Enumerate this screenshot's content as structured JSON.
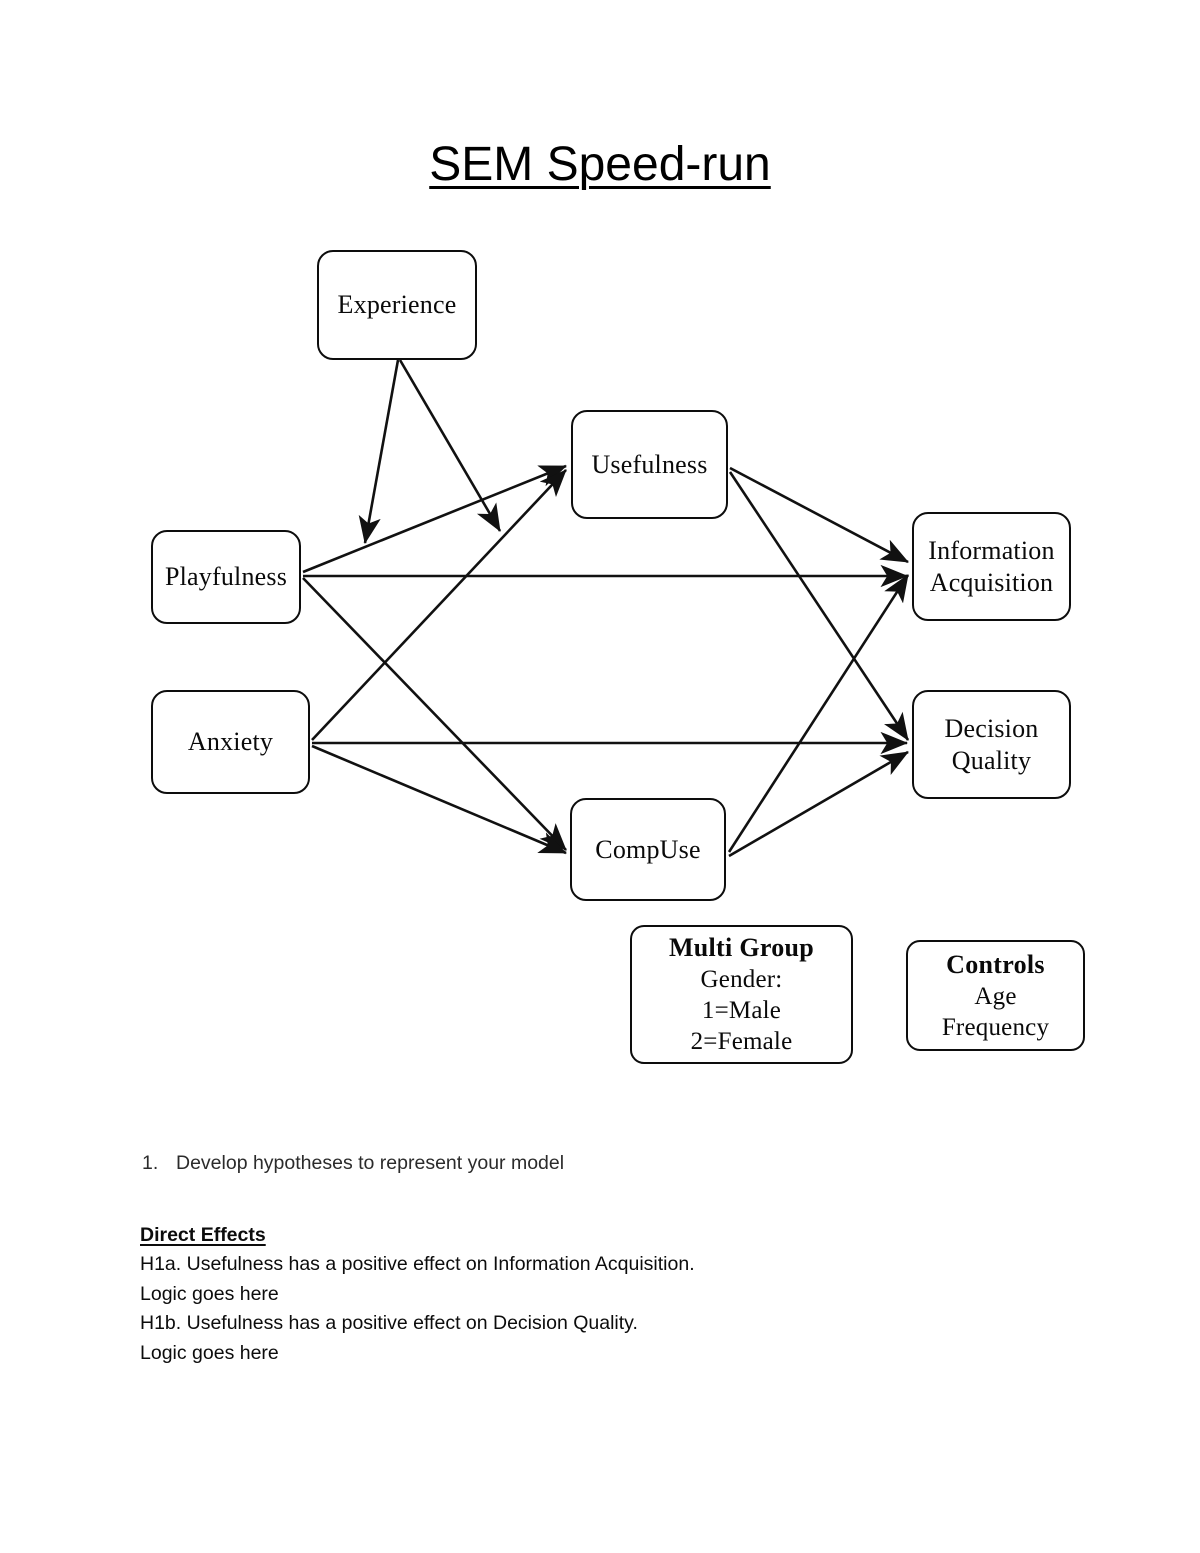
{
  "document": {
    "title": "SEM Speed-run"
  },
  "diagram": {
    "nodes": {
      "experience": "Experience",
      "usefulness": "Usefulness",
      "playfulness": "Playfulness",
      "information_acquisition": "Information\nAcquisition",
      "anxiety": "Anxiety",
      "decision_quality": "Decision\nQuality",
      "compuse": "CompUse",
      "multi_group": {
        "header": "Multi Group",
        "line1": "Gender:",
        "line2": "1=Male",
        "line3": "2=Female"
      },
      "controls": {
        "header": "Controls",
        "line1": "Age",
        "line2": "Frequency"
      }
    },
    "edge_color": "#111111",
    "node_border_color": "#0d0d0d"
  },
  "body": {
    "numbered_item": {
      "number": "1.",
      "text": "Develop hypotheses to represent your model"
    },
    "direct_effects": {
      "heading": "Direct Effects",
      "lines": [
        "H1a. Usefulness has a positive effect on Information Acquisition.",
        "Logic goes here",
        "H1b. Usefulness has a positive effect on Decision Quality.",
        "Logic goes here"
      ]
    }
  }
}
